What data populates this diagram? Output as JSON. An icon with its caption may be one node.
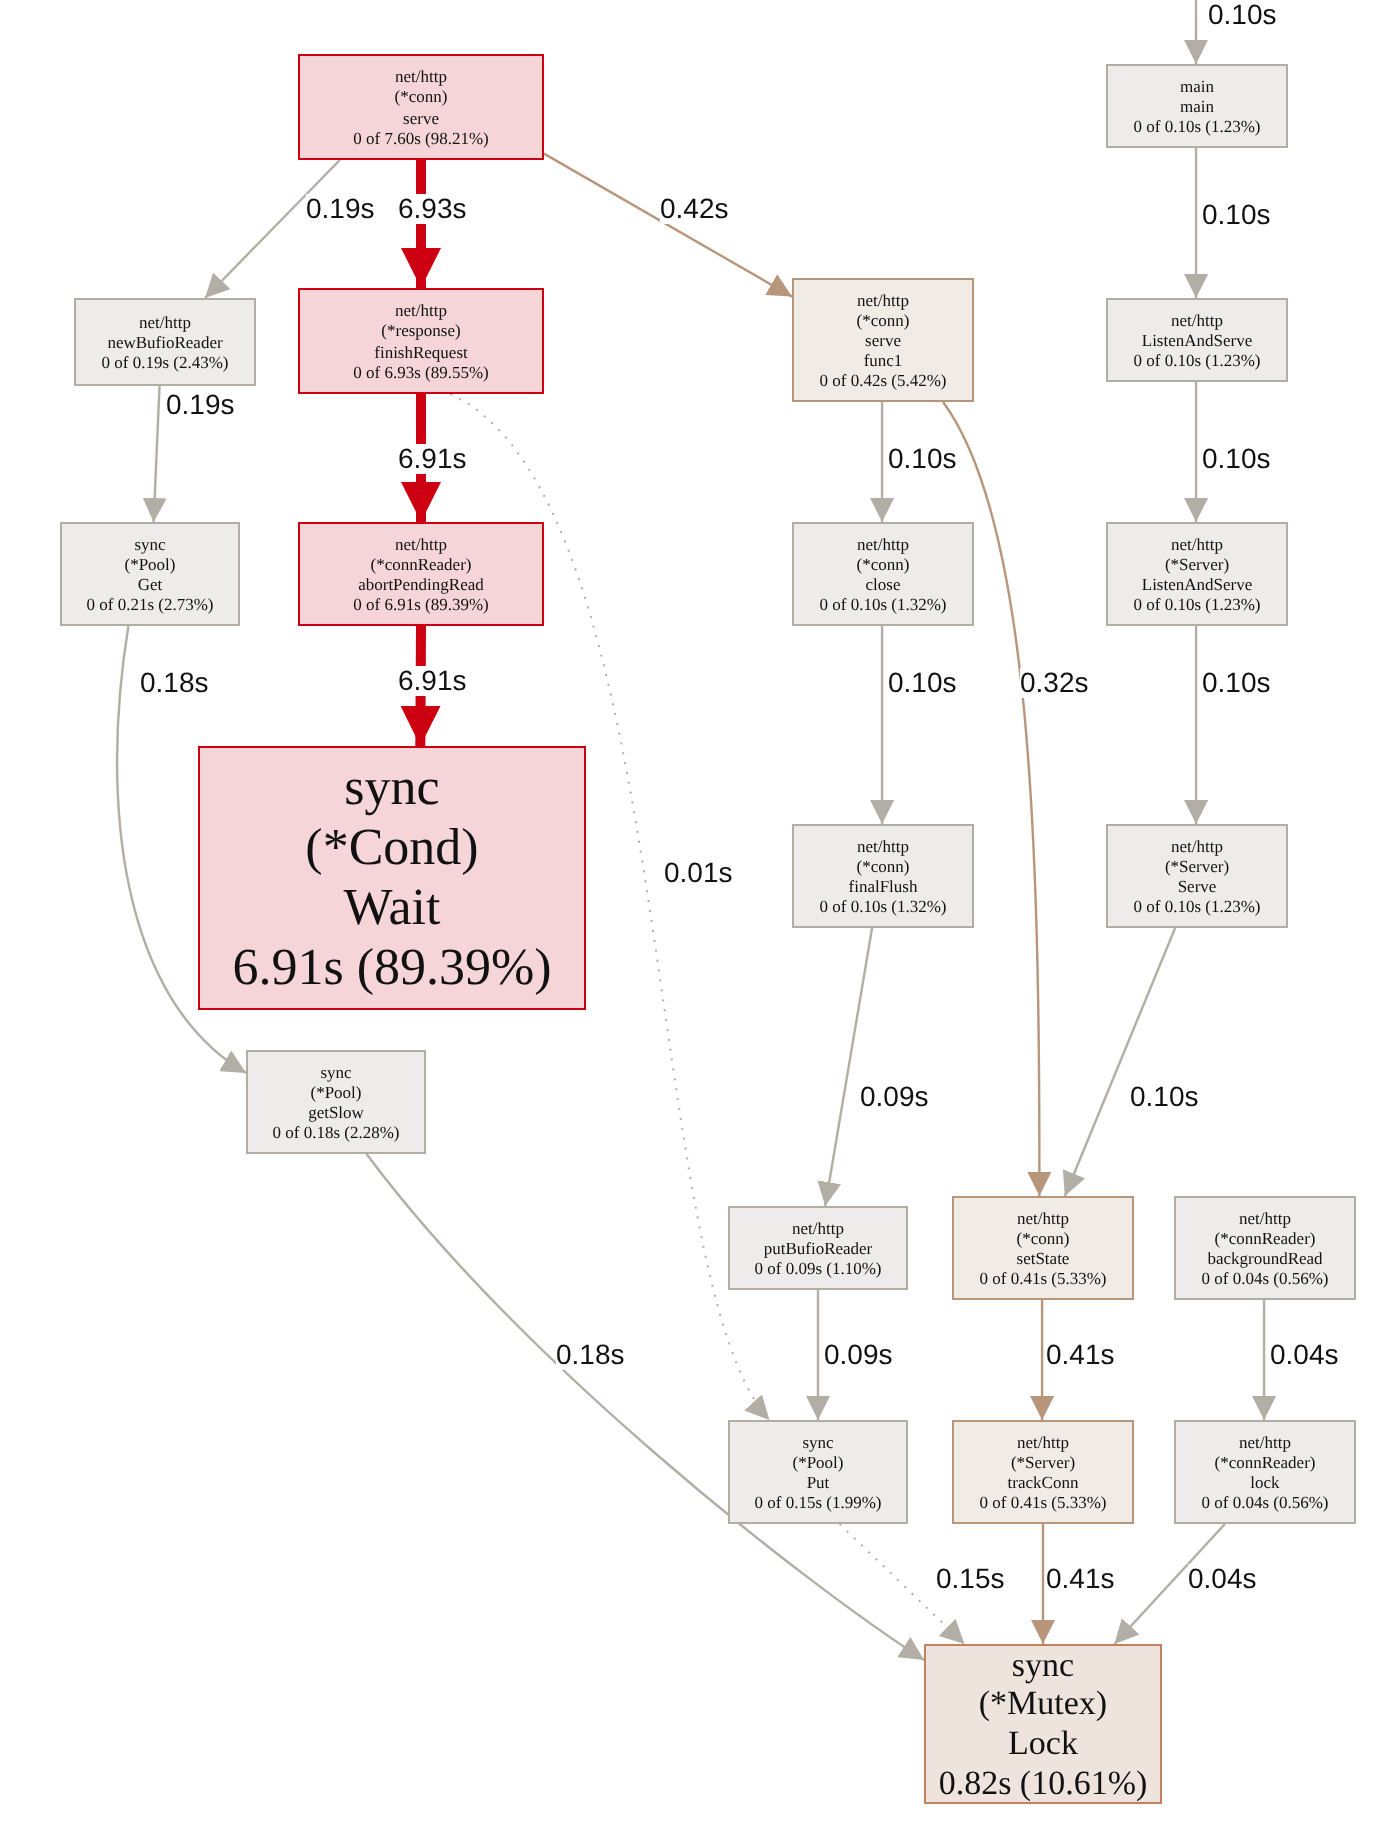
{
  "diagram": {
    "nodes": [
      {
        "text": [
          "main",
          "main",
          "0 of 0.10s (1.23%)"
        ]
      },
      {
        "text": [
          "net/http",
          "(*conn)",
          "serve",
          "0 of 7.60s (98.21%)"
        ]
      },
      {
        "text": [
          "net/http",
          "newBufioReader",
          "0 of 0.19s (2.43%)"
        ]
      },
      {
        "text": [
          "net/http",
          "(*response)",
          "finishRequest",
          "0 of 6.93s (89.55%)"
        ]
      },
      {
        "text": [
          "net/http",
          "(*conn)",
          "serve",
          "func1",
          "0 of 0.42s (5.42%)"
        ]
      },
      {
        "text": [
          "net/http",
          "ListenAndServe",
          "0 of 0.10s (1.23%)"
        ]
      },
      {
        "text": [
          "sync",
          "(*Pool)",
          "Get",
          "0 of 0.21s (2.73%)"
        ]
      },
      {
        "text": [
          "net/http",
          "(*connReader)",
          "abortPendingRead",
          "0 of 6.91s (89.39%)"
        ]
      },
      {
        "text": [
          "net/http",
          "(*conn)",
          "close",
          "0 of 0.10s (1.32%)"
        ]
      },
      {
        "text": [
          "net/http",
          "(*Server)",
          "ListenAndServe",
          "0 of 0.10s (1.23%)"
        ]
      },
      {
        "text": [
          "sync",
          "(*Cond)",
          "Wait",
          "6.91s (89.39%)"
        ]
      },
      {
        "text": [
          "net/http",
          "(*conn)",
          "finalFlush",
          "0 of 0.10s (1.32%)"
        ]
      },
      {
        "text": [
          "net/http",
          "(*Server)",
          "Serve",
          "0 of 0.10s (1.23%)"
        ]
      },
      {
        "text": [
          "sync",
          "(*Pool)",
          "getSlow",
          "0 of 0.18s (2.28%)"
        ]
      },
      {
        "text": [
          "net/http",
          "putBufioReader",
          "0 of 0.09s (1.10%)"
        ]
      },
      {
        "text": [
          "net/http",
          "(*conn)",
          "setState",
          "0 of 0.41s (5.33%)"
        ]
      },
      {
        "text": [
          "net/http",
          "(*connReader)",
          "backgroundRead",
          "0 of 0.04s (0.56%)"
        ]
      },
      {
        "text": [
          "sync",
          "(*Pool)",
          "Put",
          "0 of 0.15s (1.99%)"
        ]
      },
      {
        "text": [
          "net/http",
          "(*Server)",
          "trackConn",
          "0 of 0.41s (5.33%)"
        ]
      },
      {
        "text": [
          "net/http",
          "(*connReader)",
          "lock",
          "0 of 0.04s (0.56%)"
        ]
      },
      {
        "text": [
          "sync",
          "(*Mutex)",
          "Lock",
          "0.82s (10.61%)"
        ]
      }
    ],
    "edges": [
      {
        "from": null,
        "to": 0,
        "arrow": "to",
        "label": "0.10s"
      },
      {
        "from": 0,
        "to": 5,
        "arrow": "to",
        "label": "0.10s"
      },
      {
        "from": 1,
        "to": 2,
        "arrow": "to",
        "label": "0.19s"
      },
      {
        "from": 1,
        "to": 3,
        "arrow": "to",
        "label": "6.93s",
        "style": "thick",
        "color": "#cc0010"
      },
      {
        "from": 1,
        "to": 4,
        "arrow": "to",
        "label": "0.42s",
        "color": "#b8967c"
      },
      {
        "from": 2,
        "to": 6,
        "arrow": "to",
        "label": "0.19s"
      },
      {
        "from": 3,
        "to": 7,
        "arrow": "to",
        "label": "6.91s",
        "style": "thick",
        "color": "#cc0010"
      },
      {
        "from": 3,
        "to": 17,
        "arrow": "to",
        "label": "0.01s",
        "style": "dashed"
      },
      {
        "from": 4,
        "to": 8,
        "arrow": "to",
        "label": "0.10s"
      },
      {
        "from": 4,
        "to": 15,
        "arrow": "to",
        "label": "0.32s",
        "color": "#b8967c"
      },
      {
        "from": 5,
        "to": 9,
        "arrow": "to",
        "label": "0.10s"
      },
      {
        "from": 6,
        "to": 13,
        "arrow": "to",
        "label": "0.18s"
      },
      {
        "from": 7,
        "to": 10,
        "arrow": "to",
        "label": "6.91s",
        "style": "thick",
        "color": "#cc0010"
      },
      {
        "from": 8,
        "to": 11,
        "arrow": "to",
        "label": "0.10s"
      },
      {
        "from": 9,
        "to": 12,
        "arrow": "to",
        "label": "0.10s"
      },
      {
        "from": 11,
        "to": 14,
        "arrow": "to",
        "label": "0.09s"
      },
      {
        "from": 12,
        "to": 15,
        "arrow": "to",
        "label": "0.10s"
      },
      {
        "from": 14,
        "to": 17,
        "arrow": "to",
        "label": "0.09s"
      },
      {
        "from": 15,
        "to": 18,
        "arrow": "to",
        "label": "0.41s",
        "color": "#b8967c"
      },
      {
        "from": 16,
        "to": 19,
        "arrow": "to",
        "label": "0.04s"
      },
      {
        "from": 13,
        "to": 20,
        "arrow": "to",
        "label": "0.18s"
      },
      {
        "from": 17,
        "to": 20,
        "arrow": "to",
        "label": "0.15s",
        "style": "dashed"
      },
      {
        "from": 18,
        "to": 20,
        "arrow": "to",
        "label": "0.41s",
        "color": "#b8967c"
      },
      {
        "from": 19,
        "to": 20,
        "arrow": "to",
        "label": "0.04s"
      }
    ]
  }
}
